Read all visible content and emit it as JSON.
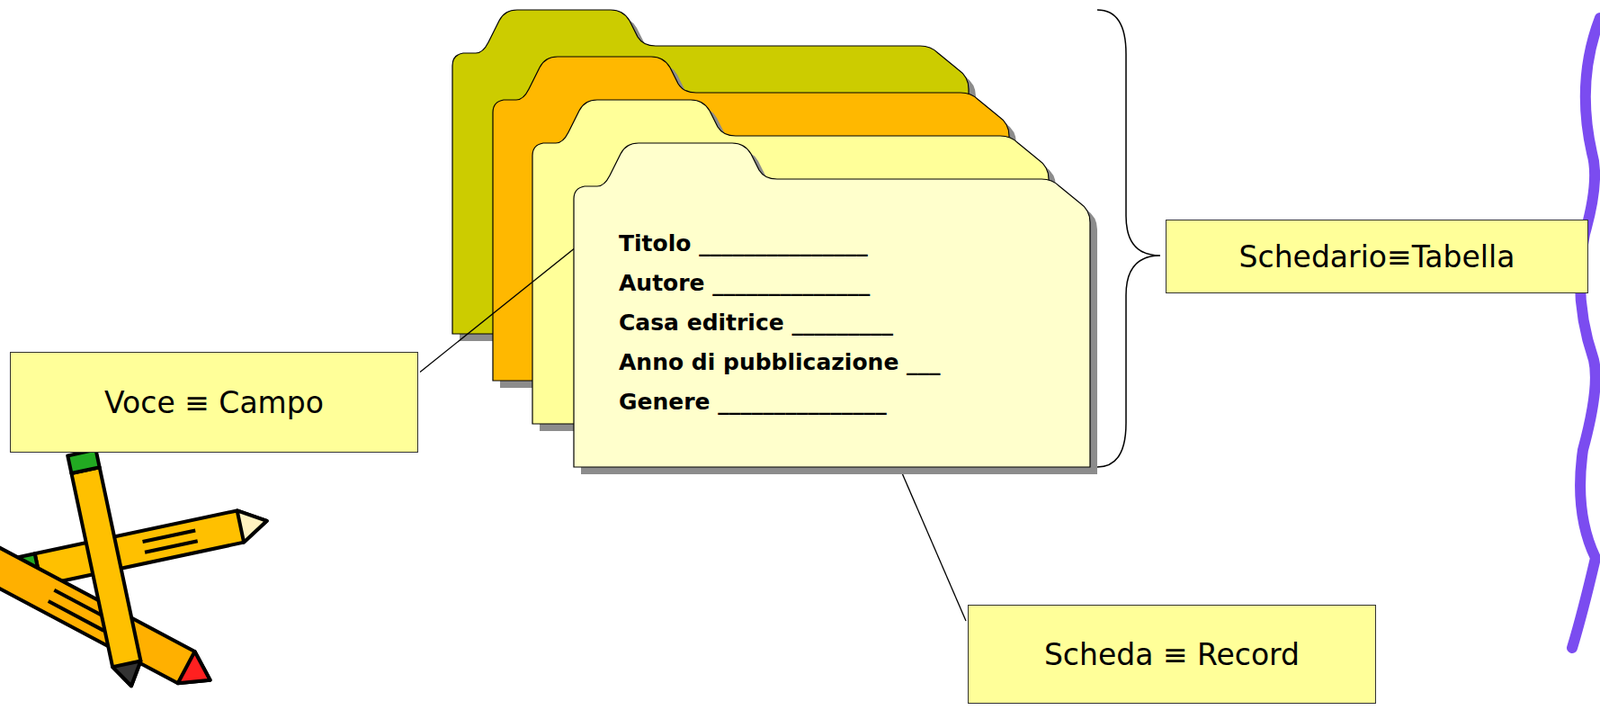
{
  "diagram": {
    "nodes": [
      {
        "text": [
          "Titolo _______________",
          "Autore ______________",
          "Casa editrice _________",
          "Anno di pubblicazione ___",
          "Genere _______________"
        ]
      },
      {
        "text": [
          "Schedario≡Tabella"
        ]
      },
      {
        "text": [
          "Voce ≡ Campo"
        ]
      },
      {
        "text": [
          "Scheda ≡ Record"
        ]
      }
    ],
    "edges": [
      {
        "from": 2,
        "to": 0,
        "arrow": "none"
      },
      {
        "from": 0,
        "to": 3,
        "arrow": "none"
      }
    ]
  }
}
